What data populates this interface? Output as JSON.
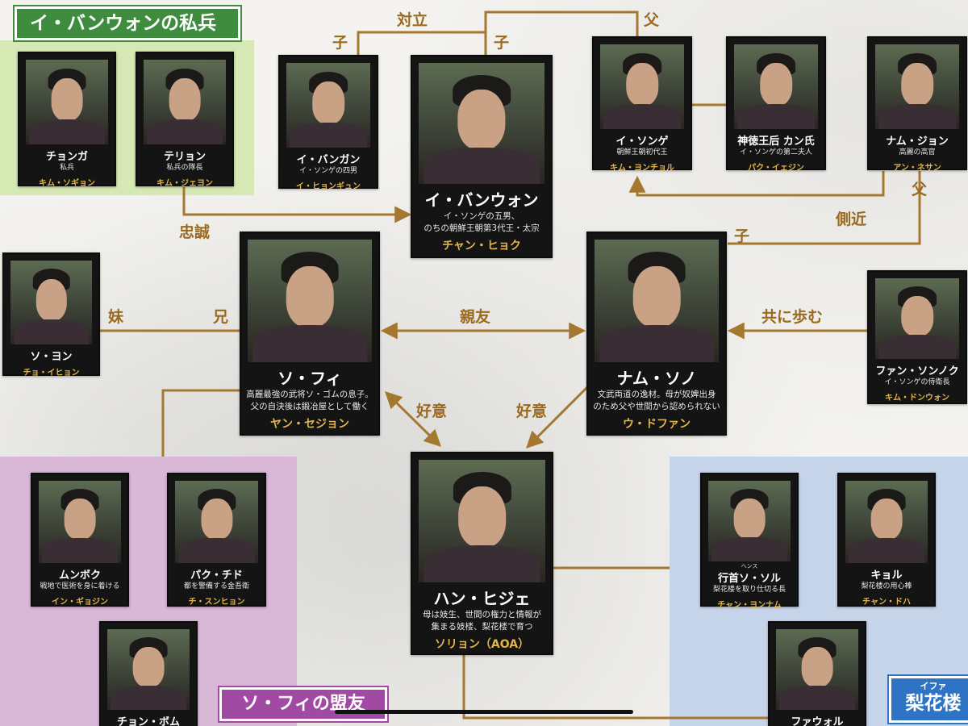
{
  "groups": {
    "yi_bangwon_soldiers": "イ・バンウォンの私兵",
    "sohwi_allies": "ソ・フィの盟友",
    "ihwaru": {
      "ruby": "イファ",
      "name": "梨花楼"
    }
  },
  "relations": {
    "rivalry": "対立",
    "son_left": "子",
    "son_right": "子",
    "father_top": "父",
    "loyalty": "忠誠",
    "aide": "側近",
    "father_right": "父",
    "son_namsono": "子",
    "younger_sister": "妹",
    "older_brother": "兄",
    "best_friend": "親友",
    "walk_together": "共に歩む",
    "affection_left": "好意",
    "affection_right": "好意"
  },
  "characters": [
    {
      "id": "chonga",
      "name": "チョンガ",
      "desc": [
        "私兵"
      ],
      "actor": "キム・ソギョン"
    },
    {
      "id": "teryon",
      "name": "テリョン",
      "desc": [
        "私兵の隊長"
      ],
      "actor": "キム・ジェヨン"
    },
    {
      "id": "yi_banggan",
      "name": "イ・バンガン",
      "desc": [
        "イ・ソンゲの四男"
      ],
      "actor": "イ・ヒョンギュン"
    },
    {
      "id": "yi_bangwon",
      "name": "イ・バンウォン",
      "desc": [
        "イ・ソンゲの五男、",
        "のちの朝鮮王朝第3代王・太宗"
      ],
      "actor": "チャン・ヒョク"
    },
    {
      "id": "yi_songe",
      "name": "イ・ソンゲ",
      "desc": [
        "朝鮮王朝初代王"
      ],
      "actor": "キム・ヨンチョル"
    },
    {
      "id": "queen_kang",
      "name": "神徳王后 カン氏",
      "desc": [
        "イ・ソンゲの第二夫人"
      ],
      "actor": "パク・イェジン"
    },
    {
      "id": "nam_jon",
      "name": "ナム・ジョン",
      "desc": [
        "高麗の高官"
      ],
      "actor": "アン・ネサン"
    },
    {
      "id": "so_yon",
      "name": "ソ・ヨン",
      "desc": [],
      "actor": "チョ・イヒョン"
    },
    {
      "id": "so_hwi",
      "name": "ソ・フィ",
      "desc": [
        "高麗最強の武将ソ・ゴムの息子。",
        "父の自決後は鍛冶屋として働く"
      ],
      "actor": "ヤン・セジョン"
    },
    {
      "id": "nam_sono",
      "name": "ナム・ソノ",
      "desc": [
        "文武両道の逸材。母が奴婢出身",
        "のため父や世間から認められない"
      ],
      "actor": "ウ・ドファン"
    },
    {
      "id": "hwang_sonnok",
      "name": "ファン・ソンノク",
      "desc": [
        "イ・ソンゲの侍衛長"
      ],
      "actor": "キム・ドンウォン"
    },
    {
      "id": "munbokku",
      "name": "ムンボク",
      "desc": [
        "戦地で医術を身に着ける"
      ],
      "actor": "イン・ギョジン"
    },
    {
      "id": "paku_chido",
      "name": "パク・チド",
      "desc": [
        "都を警備する金吾衛"
      ],
      "actor": "チ・スンヒョン"
    },
    {
      "id": "han_hije",
      "name": "ハン・ヒジェ",
      "desc": [
        "母は妓生、世間の権力と情報が",
        "集まる妓楼、梨花楼で育つ"
      ],
      "actor": "ソリョン（AOA）"
    },
    {
      "id": "haengsu_sol",
      "name": "行首ソ・ソル",
      "ruby": "ヘンス",
      "desc": [
        "梨花楼を取り仕切る長"
      ],
      "actor": "チャン・ヨンナム"
    },
    {
      "id": "kyoru",
      "name": "キョル",
      "desc": [
        "梨花楼の用心棒"
      ],
      "actor": "チャン・ドハ"
    },
    {
      "id": "chon_bomu",
      "name": "チョン・ボム",
      "desc": [],
      "actor": ""
    },
    {
      "id": "fawol",
      "name": "ファウォル",
      "desc": [],
      "actor": ""
    }
  ],
  "colors": {
    "line": "#a5782f",
    "label": "#9a6a1e",
    "actor": "#e2b54a",
    "green_group": "#d6e9b4",
    "purple_group": "#d8b7d7",
    "blue_group": "#c6d4ea"
  }
}
